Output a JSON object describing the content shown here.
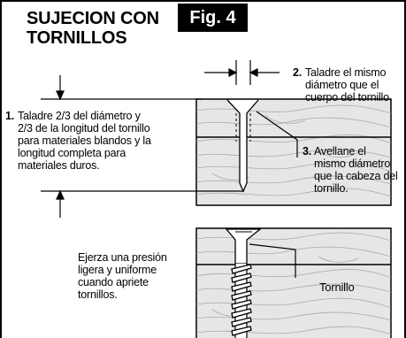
{
  "title": {
    "line1": "SUJECION CON",
    "line2": "TORNILLOS"
  },
  "fig_label": "Fig. 4",
  "step1": {
    "num": "1.",
    "lines": [
      "Taladre 2/3 del diámetro y",
      "2/3 de la longitud del tornillo",
      "para materiales blandos y la",
      "longitud completa para",
      "materiales duros."
    ]
  },
  "step2": {
    "num": "2.",
    "lines": [
      "Taladre el mismo",
      "diámetro que el",
      "cuerpo del tornillo."
    ]
  },
  "step3": {
    "num": "3.",
    "lines": [
      "Avellane el",
      "mismo diámetro",
      "que la cabeza del",
      "tornillo."
    ]
  },
  "pressure_note": {
    "lines": [
      "Ejerza una presión",
      "ligera y uniforme",
      "cuando apriete",
      "tornillos."
    ]
  },
  "screw_label": "Tornillo",
  "colors": {
    "wood": "#e6e6e6",
    "grain": "#a8a8a8",
    "ink": "#000000",
    "badge_bg": "#000000",
    "badge_text": "#ffffff"
  }
}
